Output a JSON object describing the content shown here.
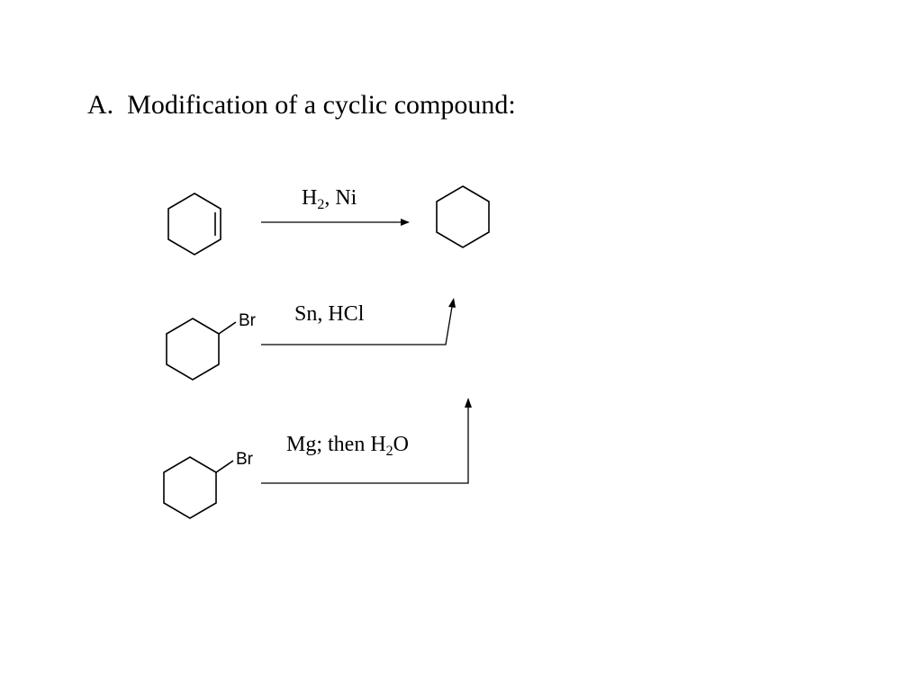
{
  "heading": {
    "text": "A.  Modification of a cyclic compound:"
  },
  "reactions": [
    {
      "reagent_main": "H",
      "reagent_sub": "2",
      "reagent_tail": ", Ni",
      "reactant": "cyclohexene",
      "product": "cyclohexane"
    },
    {
      "reagent_main": "Sn, HCl",
      "reactant": "bromocyclohexane",
      "substituent": "Br"
    },
    {
      "reagent_main": "Mg; then H",
      "reagent_sub": "2",
      "reagent_tail": "O",
      "reactant": "bromocyclohexane",
      "substituent": "Br"
    }
  ]
}
